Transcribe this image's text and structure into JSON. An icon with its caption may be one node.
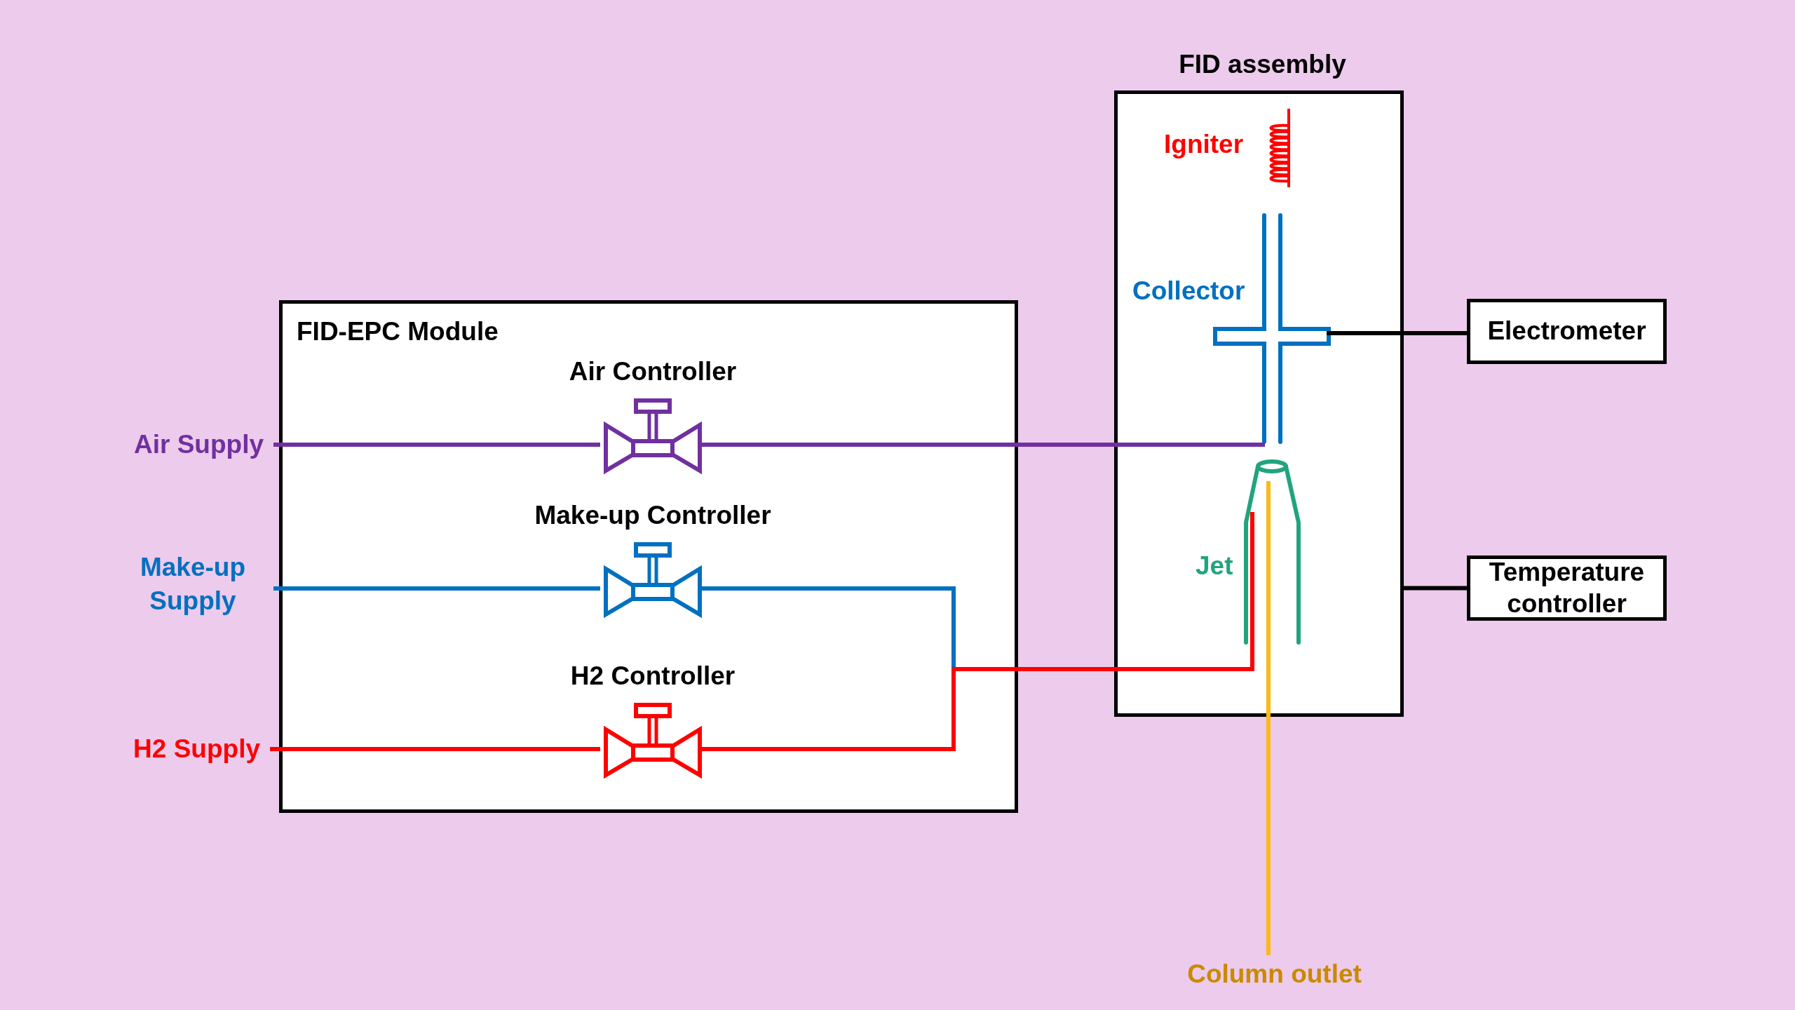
{
  "diagram": {
    "nodes": [
      {
        "text": [
          "FID-EPC Module"
        ]
      },
      {
        "text": [
          "Air Controller"
        ],
        "in": 0
      },
      {
        "text": [
          "Make-up Controller"
        ],
        "in": 0
      },
      {
        "text": [
          "H2 Controller"
        ],
        "in": 0
      },
      {
        "text": [
          "Air Supply"
        ]
      },
      {
        "text": [
          "Make-up Supply"
        ]
      },
      {
        "text": [
          "H2 Supply"
        ]
      },
      {
        "text": [
          "FID assembly"
        ]
      },
      {
        "text": [
          "Igniter"
        ],
        "in": 7
      },
      {
        "text": [
          "Collector"
        ],
        "in": 7
      },
      {
        "text": [
          "Jet"
        ],
        "in": 7
      },
      {
        "text": [
          "Electrometer"
        ]
      },
      {
        "text": [
          "Temperature controller"
        ]
      },
      {
        "text": [
          "Column outlet"
        ]
      }
    ],
    "edges": [
      {
        "from": 4,
        "to": 1,
        "arrow": "none",
        "color": "#7030a0"
      },
      {
        "from": 1,
        "to": 9,
        "arrow": "none",
        "color": "#7030a0"
      },
      {
        "from": 5,
        "to": 2,
        "arrow": "none",
        "color": "#0070c0"
      },
      {
        "from": 2,
        "to": 10,
        "arrow": "none",
        "color": "#0070c0"
      },
      {
        "from": 6,
        "to": 3,
        "arrow": "none",
        "color": "#ff0000"
      },
      {
        "from": 3,
        "to": 10,
        "arrow": "none",
        "color": "#ff0000"
      },
      {
        "from": 9,
        "to": 11,
        "arrow": "none",
        "color": "#000000"
      },
      {
        "from": 7,
        "to": 12,
        "arrow": "none",
        "color": "#000000"
      },
      {
        "from": 13,
        "to": 10,
        "arrow": "none",
        "color": "#ffb914"
      }
    ]
  }
}
